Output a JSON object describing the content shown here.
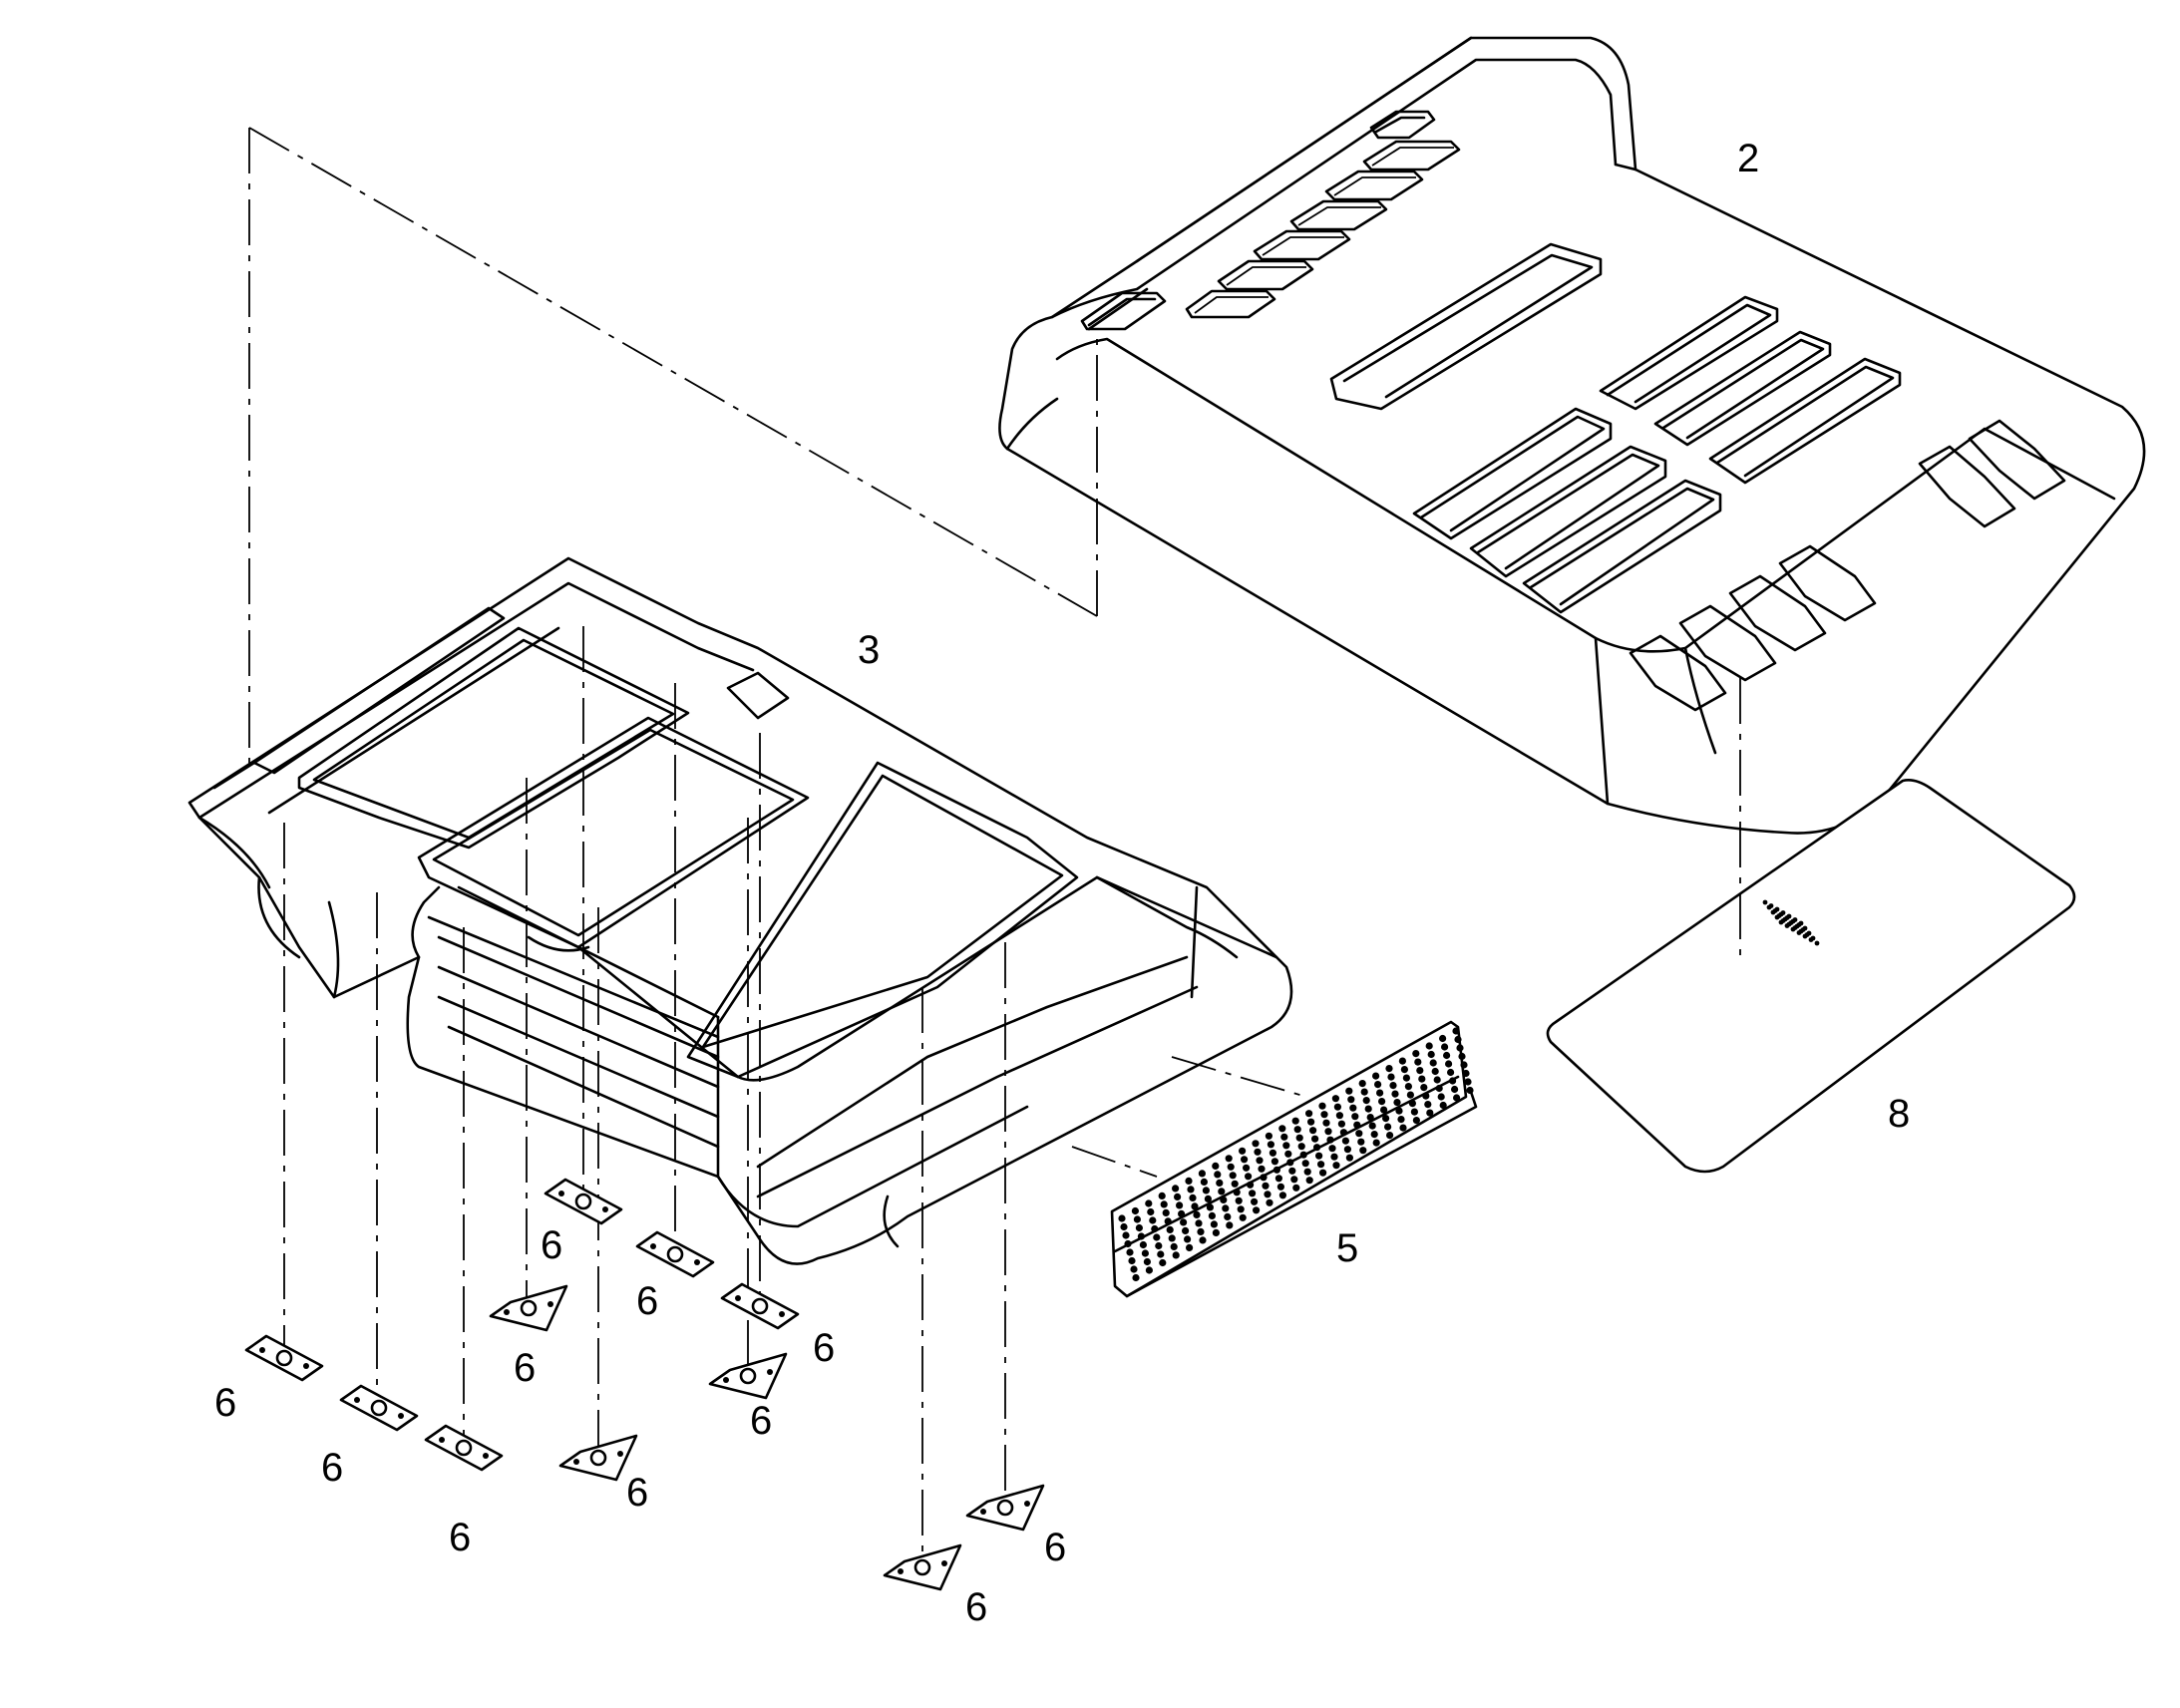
{
  "colors": {
    "line": "#000000",
    "background": "#ffffff"
  },
  "callouts": [
    {
      "id": "part-2",
      "text": "2"
    },
    {
      "id": "part-3",
      "text": "3"
    },
    {
      "id": "part-5",
      "text": "5"
    },
    {
      "id": "part-8",
      "text": "8"
    },
    {
      "id": "part-6a",
      "text": "6"
    },
    {
      "id": "part-6b",
      "text": "6"
    },
    {
      "id": "part-6c",
      "text": "6"
    },
    {
      "id": "part-6d",
      "text": "6"
    },
    {
      "id": "part-6e",
      "text": "6"
    },
    {
      "id": "part-6f",
      "text": "6"
    },
    {
      "id": "part-6g",
      "text": "6"
    },
    {
      "id": "part-6h",
      "text": "6"
    },
    {
      "id": "part-6i",
      "text": "6"
    },
    {
      "id": "part-6j",
      "text": "6"
    },
    {
      "id": "part-6k",
      "text": "6"
    }
  ]
}
